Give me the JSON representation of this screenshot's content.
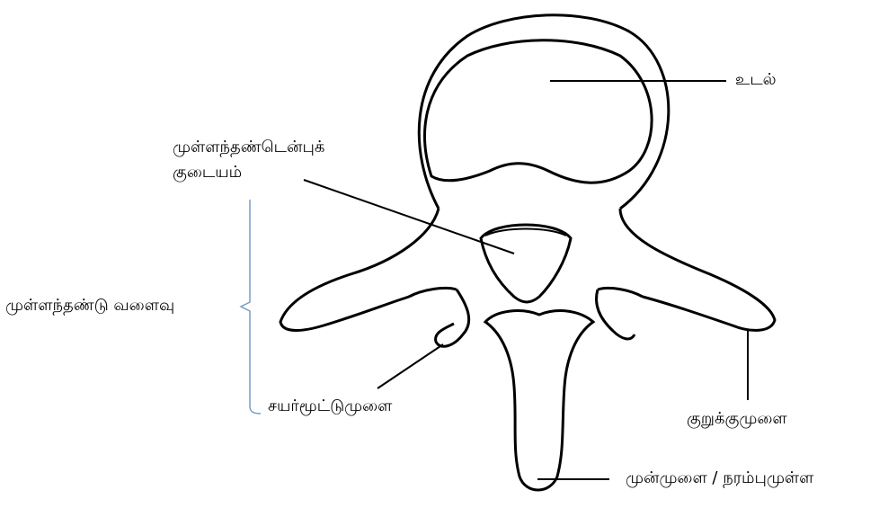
{
  "labels": {
    "body": "உடல்",
    "vertebral_foramen_line1": "முள்ளந்தண்டென்புக்",
    "vertebral_foramen_line2": "குடையம்",
    "vertebral_arch": "முள்ளந்தண்டு  வளைவு",
    "articular_process": "சயர்மூட்டுமுளை",
    "transverse_process": "குறுக்குமுளை",
    "spinous_process": "முன்முளை  / நரம்புமுள்ள"
  },
  "colors": {
    "outline": "#000000",
    "bracket": "#7a9cc8"
  }
}
